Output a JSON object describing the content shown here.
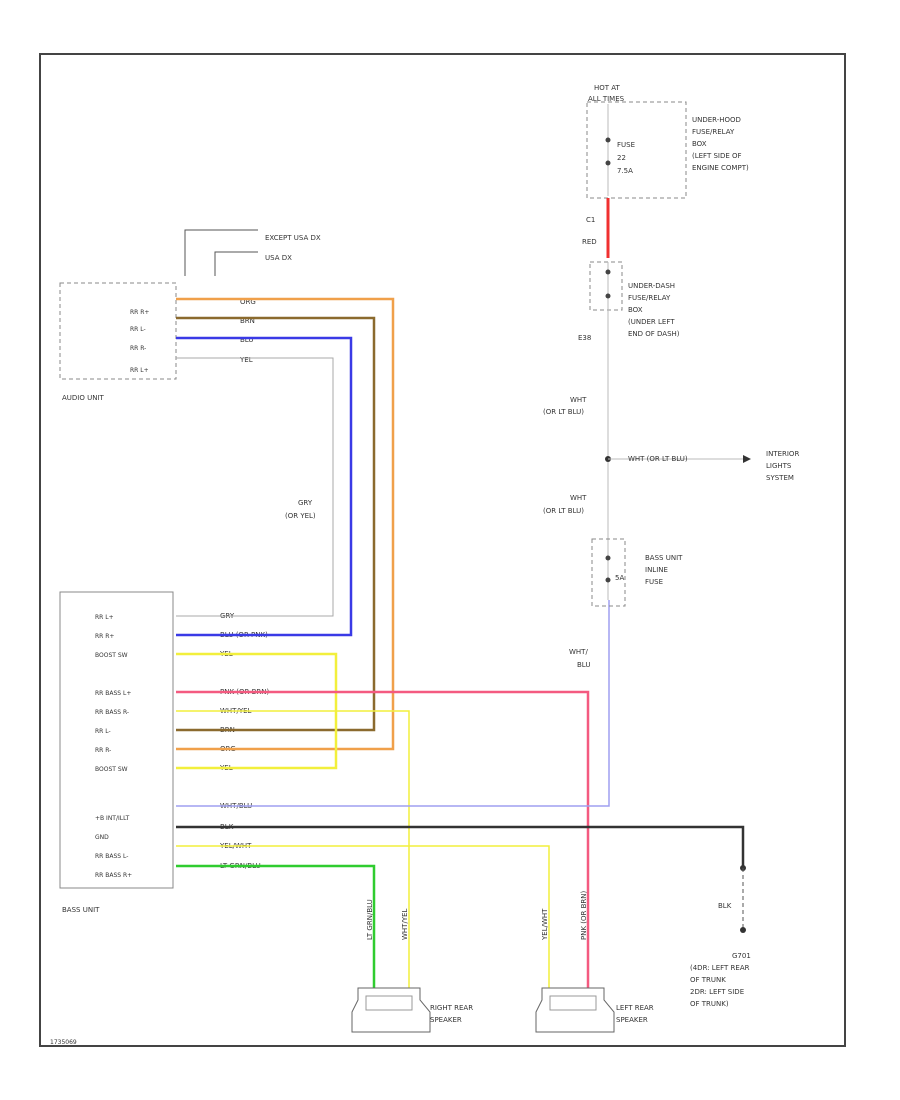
{
  "colors": {
    "orange": "#f0a04a",
    "brown": "#8b6a2e",
    "blue": "#3a3ae6",
    "yellow": "#f2ef3c",
    "pink": "#f45a80",
    "gray": "#a9a9a9",
    "lavender": "#9f9ff0",
    "black": "#333333",
    "green": "#2fcc2f",
    "red": "#f03030",
    "frame": "#444444"
  },
  "top_notes": {
    "except_usa_dx": "EXCEPT USA DX",
    "usa_dx": "USA DX"
  },
  "audio_unit": {
    "title": "AUDIO UNIT",
    "pins": [
      "RR R+",
      "RR L-",
      "RR R-",
      "RR L+"
    ]
  },
  "bass_unit": {
    "title": "BASS UNIT",
    "pins": [
      "RR L+",
      "RR R+",
      "BOOST SW",
      "",
      "RR BASS L+",
      "RR BASS R-",
      "RR L-",
      "RR R-",
      "BOOST SW",
      "",
      "+B INT/ILLT",
      "GND",
      "RR BASS L-",
      "RR BASS R+"
    ]
  },
  "wires": {
    "audio_orange": "ORG",
    "audio_brown": "BRN",
    "audio_blue": "BLU",
    "audio_yellow": "YEL",
    "gry": "GRY",
    "or_yel": "(OR YEL)",
    "bass_gry": "GRY",
    "bass_blu": "BLU (OR PNK)",
    "bass_yel": "YEL",
    "bass_pnk": "PNK (OR BRN)",
    "bass_wht_yel": "WHT/YEL",
    "bass_brn": "BRN",
    "bass_org": "ORG",
    "bass_yel2": "YEL",
    "bass_wht_blu": "WHT/BLU",
    "bass_blk": "BLK",
    "bass_yel_wht": "YEL/WHT",
    "bass_lt_grn": "LT GRN/BLU",
    "right_spk_a": "LT GRN/BLU",
    "right_spk_b": "WHT/YEL",
    "left_spk_a": "YEL/WHT",
    "left_spk_b": "PNK (OR BRN)",
    "blk_ground": "BLK"
  },
  "power": {
    "hot_at": "HOT AT",
    "all_times": "ALL TIMES",
    "fuse_label": "FUSE",
    "fuse_num": "22",
    "fuse_amp": "7.5A",
    "underhood_box": [
      "UNDER-HOOD",
      "FUSE/RELAY",
      "BOX",
      "(LEFT SIDE OF",
      "ENGINE COMPT)"
    ],
    "c_upper": "C1",
    "red_wire": "RED",
    "underdash_box": [
      "UNDER-DASH",
      "FUSE/RELAY",
      "BOX",
      "(UNDER LEFT",
      "END OF DASH)"
    ],
    "e38": "E38",
    "wht1": "WHT",
    "or_lt_blu1": "(OR LT BLU)",
    "splice_label": "WHT (OR LT BLU)",
    "interior_lights": [
      "INTERIOR",
      "LIGHTS",
      "SYSTEM"
    ],
    "wht2": "WHT",
    "or_lt_blu2": "(OR LT BLU)",
    "bass_fuse": [
      "BASS UNIT",
      "INLINE",
      "FUSE"
    ],
    "bass_fuse_amp": "5A",
    "wht3": "WHT/",
    "blu3": "BLU"
  },
  "speakers": {
    "right": [
      "RIGHT REAR",
      "SPEAKER"
    ],
    "left": [
      "LEFT REAR",
      "SPEAKER"
    ]
  },
  "ground": {
    "id": "G701",
    "lines": [
      "(4DR: LEFT REAR",
      "OF TRUNK",
      "2DR: LEFT SIDE",
      "OF TRUNK)"
    ]
  },
  "footer": {
    "code": "1735069"
  }
}
